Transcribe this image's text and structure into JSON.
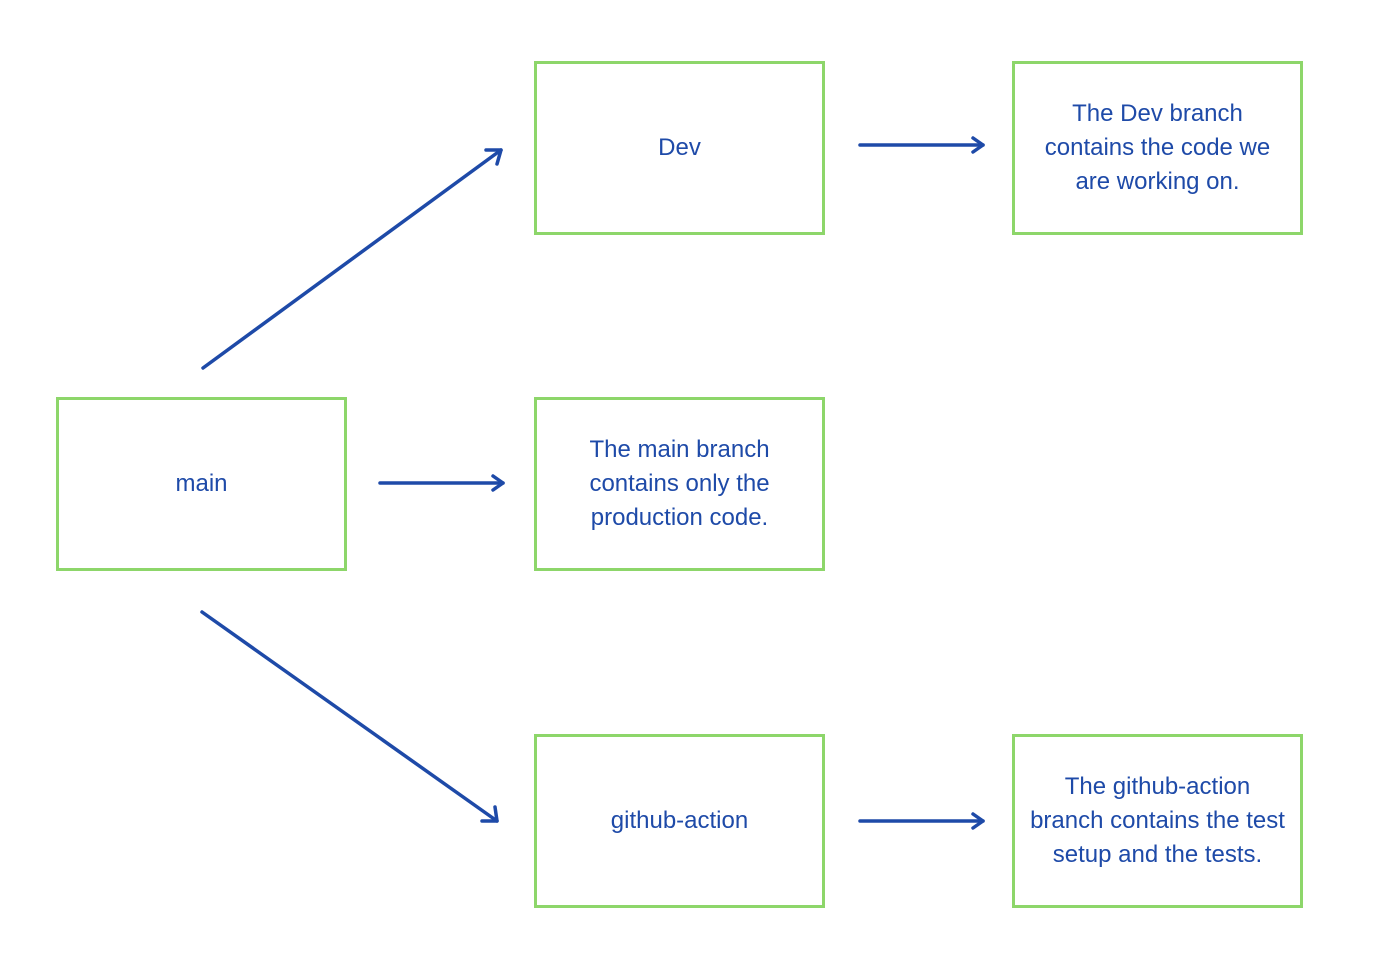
{
  "colors": {
    "node_border": "#8dd66a",
    "arrow": "#1e4aa8",
    "text": "#1e4aa8",
    "background": "#ffffff"
  },
  "nodes": {
    "main": {
      "label": "main"
    },
    "dev": {
      "label": "Dev"
    },
    "main_description": {
      "label": "The main branch contains only the production code."
    },
    "github_action": {
      "label": "github-action"
    },
    "dev_description": {
      "label": "The Dev branch contains the code we are working on."
    },
    "github_action_description": {
      "label": "The github-action branch contains the test setup and the tests."
    }
  },
  "edges": [
    {
      "from": "main",
      "to": "dev"
    },
    {
      "from": "main",
      "to": "main_description"
    },
    {
      "from": "main",
      "to": "github_action"
    },
    {
      "from": "dev",
      "to": "dev_description"
    },
    {
      "from": "github_action",
      "to": "github_action_description"
    }
  ]
}
